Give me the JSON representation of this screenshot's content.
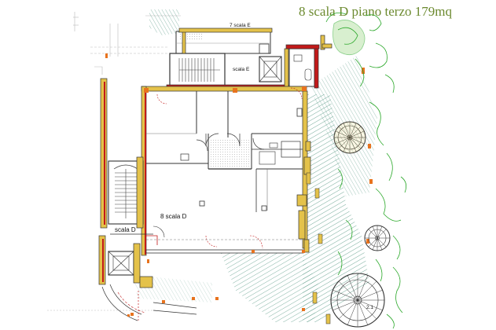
{
  "title": "8 scala D piano terzo 179mq",
  "labels": {
    "scala_e_top": "7 scala E",
    "scala_e": "scala E",
    "scala_d": "scala D",
    "unit": "8 scala D",
    "spiral_bottom": "2.1"
  },
  "colors": {
    "wall": "#333333",
    "wall_fill": "#e4c24a",
    "wall_accent": "#c21a1a",
    "roof_hatch": "#5a9a86",
    "greenery": "#2aa829",
    "title": "#6c8a2f",
    "marker": "#e8731e"
  }
}
